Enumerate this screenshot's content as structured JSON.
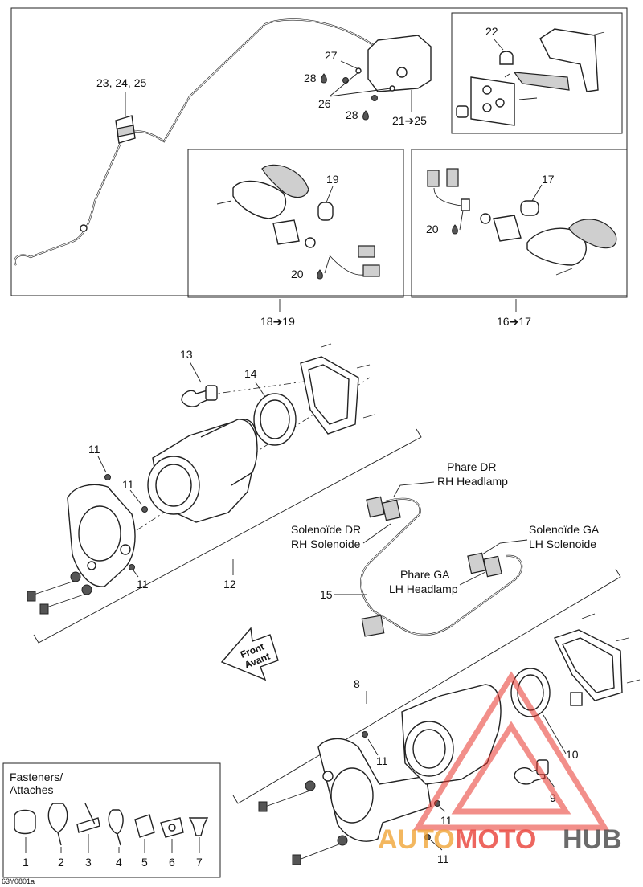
{
  "callouts": {
    "c23_24_25": "23, 24, 25",
    "c27": "27",
    "c28a": "28",
    "c26": "26",
    "c28b": "28",
    "c21_25": "21➔25",
    "c22": "22",
    "c19": "19",
    "c20a": "20",
    "c18_19": "18➔19",
    "c17": "17",
    "c20b": "20",
    "c16_17": "16➔17",
    "c13": "13",
    "c14": "14",
    "c11a": "11",
    "c11b": "11",
    "c11c": "11",
    "c12": "12",
    "c15": "15",
    "c8": "8",
    "c11d": "11",
    "c10": "10",
    "c9": "9",
    "c11e": "11",
    "c11f": "11"
  },
  "harness_labels": {
    "rh_headlamp_fr": "Phare DR",
    "rh_headlamp_en": "RH Headlamp",
    "rh_solenoid_fr": "Solenoïde DR",
    "rh_solenoid_en": "RH Solenoide",
    "lh_solenoid_fr": "Solenoïde GA",
    "lh_solenoid_en": "LH Solenoide",
    "lh_headlamp_fr": "Phare GA",
    "lh_headlamp_en": "LH Headlamp"
  },
  "front_arrow": {
    "line1": "Front",
    "line2": "Avant"
  },
  "fasteners": {
    "title_line1": "Fasteners/",
    "title_line2": "Attaches",
    "items": [
      "1",
      "2",
      "3",
      "4",
      "5",
      "6",
      "7"
    ]
  },
  "figure_code": "63Y0801a",
  "watermark": {
    "part1": "AUTO",
    "part2": "MOTO",
    "part3": "HUB",
    "color_primary": "#f0a02a",
    "color_secondary": "#e8332a",
    "color_tertiary": "#3a3a3a"
  }
}
